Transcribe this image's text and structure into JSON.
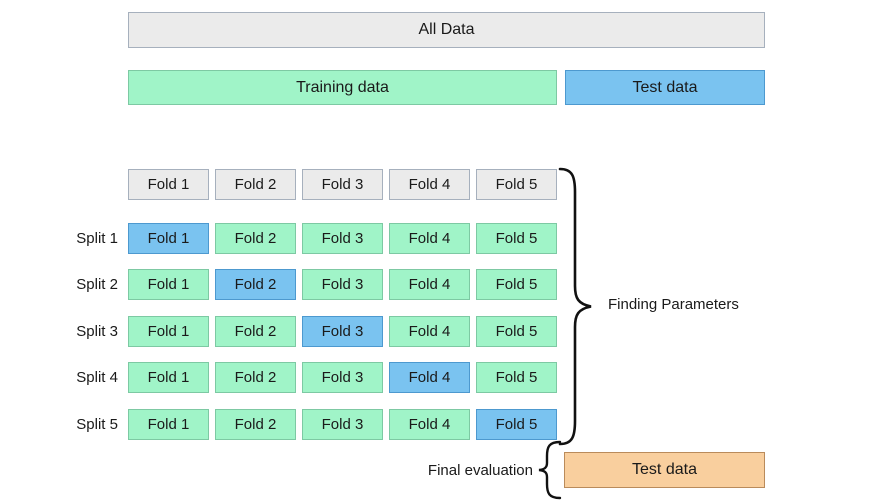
{
  "colors": {
    "text": "#1a1a1a",
    "gray_fill": "#ebebeb",
    "gray_border": "#a6b0bd",
    "green_fill": "#a0f4c8",
    "green_border": "#7dc9a3",
    "blue_fill": "#7ac3f0",
    "blue_border": "#4d99cf",
    "orange_fill": "#f9cf9e",
    "orange_border": "#ba8b5b",
    "brace_stroke": "#111111"
  },
  "overview": {
    "all_data_label": "All Data",
    "training_label": "Training data",
    "test_label": "Test data"
  },
  "fold_headers": [
    "Fold 1",
    "Fold 2",
    "Fold 3",
    "Fold 4",
    "Fold 5"
  ],
  "splits": [
    {
      "label": "Split 1",
      "test_fold_index": 0,
      "cells": [
        "Fold 1",
        "Fold 2",
        "Fold 3",
        "Fold 4",
        "Fold 5"
      ]
    },
    {
      "label": "Split 2",
      "test_fold_index": 1,
      "cells": [
        "Fold 1",
        "Fold 2",
        "Fold 3",
        "Fold 4",
        "Fold 5"
      ]
    },
    {
      "label": "Split 3",
      "test_fold_index": 2,
      "cells": [
        "Fold 1",
        "Fold 2",
        "Fold 3",
        "Fold 4",
        "Fold 5"
      ]
    },
    {
      "label": "Split 4",
      "test_fold_index": 3,
      "cells": [
        "Fold 1",
        "Fold 2",
        "Fold 3",
        "Fold 4",
        "Fold 5"
      ]
    },
    {
      "label": "Split 5",
      "test_fold_index": 4,
      "cells": [
        "Fold 1",
        "Fold 2",
        "Fold 3",
        "Fold 4",
        "Fold 5"
      ]
    }
  ],
  "annotations": {
    "cv_brace_label": "Finding Parameters",
    "final_label": "Final evaluation",
    "final_test_label": "Test data"
  }
}
